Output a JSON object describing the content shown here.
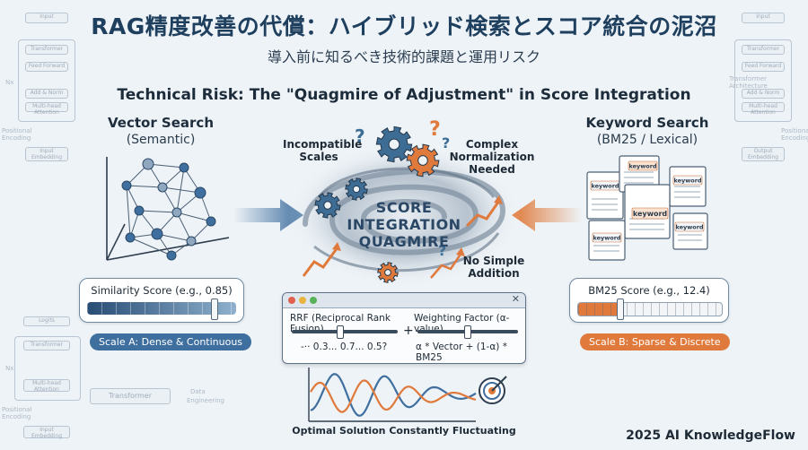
{
  "title": "RAG精度改善の代償：ハイブリッド検索とスコア統合の泥沼",
  "subtitle": "導入前に知るべき技術的課題と運用リスク",
  "heading": "Technical Risk: The \"Quagmire of Adjustment\" in Score Integration",
  "vector": {
    "title": "Vector Search",
    "subtitle": "(Semantic)",
    "score_label": "Similarity Score (e.g., 0.85)",
    "scale_label": "Scale A: Dense & Continuous",
    "similarity_fraction": 0.85
  },
  "keyword": {
    "title": "Keyword Search",
    "subtitle": "(BM25 / Lexical)",
    "score_label": "BM25 Score (e.g., 12.4)",
    "scale_label": "Scale B: Sparse & Discrete",
    "doc_word": "keyword"
  },
  "center": {
    "line1": "SCORE",
    "line2": "INTEGRATION",
    "line3": "QUAGMIRE",
    "incompatible": "Incompatible Scales",
    "normalization": "Complex Normalization Needed",
    "no_addition": "No Simple Addition"
  },
  "panel": {
    "rrf_label": "RRF (Reciprocal Rank Fusion)",
    "rrf_values": "-·· 0.3... 0.7... 0.5?",
    "plus": "+",
    "weight_label": "Weighting Factor (α-value)",
    "formula": "α * Vector + (1-α) * BM25"
  },
  "bottom": {
    "label": "Optimal Solution Constantly Fluctuating"
  },
  "background": {
    "input": "Input",
    "transformer": "Transformer",
    "feed_forward": "Feed Forward",
    "add_norm": "Add & Norm",
    "attention": "Multi-head Attention",
    "nx": "Nx",
    "positional": "Positional Encoding",
    "input_embedding": "Input Embedding",
    "output_embedding": "Output Embedding",
    "logits": "Logits",
    "transformer_arch": "Transformer Architecture",
    "data": "Data",
    "engineering": "Engineering"
  },
  "footer": "2025 AI KnowledgeFlow",
  "colors": {
    "vector_blue": "#3f6f9f",
    "keyword_orange": "#e07a3c",
    "title_navy": "#1f3f5f",
    "gear_blue": "#3d6c94",
    "gear_orange": "#e07a3c"
  }
}
